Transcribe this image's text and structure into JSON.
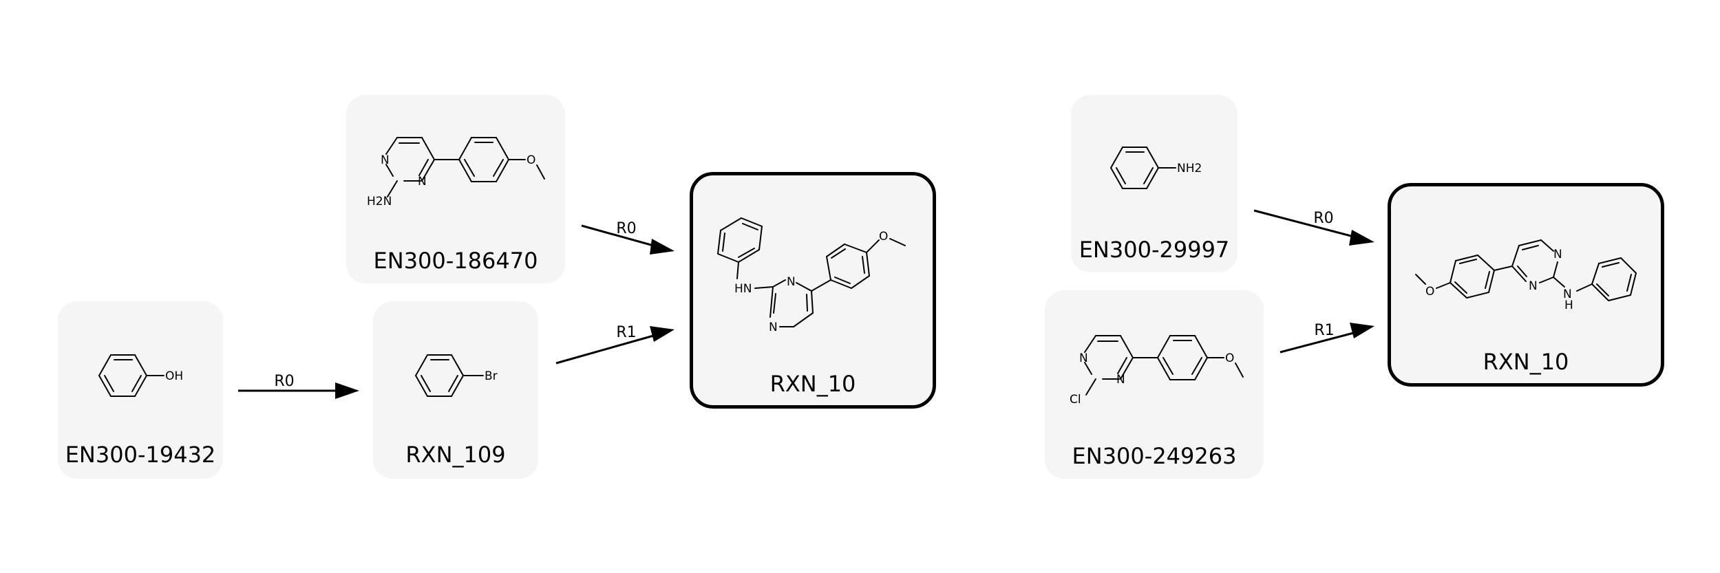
{
  "diagram": {
    "left_route": {
      "start_material": {
        "label": "EN300-19432",
        "atom_labels": [
          "OH"
        ]
      },
      "intermediate": {
        "label": "RXN_109",
        "atom_labels": [
          "Br"
        ]
      },
      "reagent": {
        "label": "EN300-186470",
        "atom_labels": [
          "N",
          "N",
          "H2N",
          "O"
        ]
      },
      "product": {
        "label": "RXN_10",
        "atom_labels": [
          "HN",
          "N",
          "N",
          "O"
        ]
      },
      "edges": [
        {
          "from": "EN300-19432",
          "to": "RXN_109",
          "label": "R0"
        },
        {
          "from": "EN300-186470",
          "to": "RXN_10",
          "label": "R0"
        },
        {
          "from": "RXN_109",
          "to": "RXN_10",
          "label": "R1"
        }
      ]
    },
    "right_route": {
      "reagent_a": {
        "label": "EN300-29997",
        "atom_labels": [
          "NH2"
        ]
      },
      "reagent_b": {
        "label": "EN300-249263",
        "atom_labels": [
          "N",
          "N",
          "Cl",
          "O"
        ]
      },
      "product": {
        "label": "RXN_10",
        "atom_labels": [
          "O",
          "N",
          "N",
          "N",
          "H"
        ]
      },
      "edges": [
        {
          "from": "EN300-29997",
          "to": "RXN_10",
          "label": "R0"
        },
        {
          "from": "EN300-249263",
          "to": "RXN_10",
          "label": "R1"
        }
      ]
    }
  }
}
